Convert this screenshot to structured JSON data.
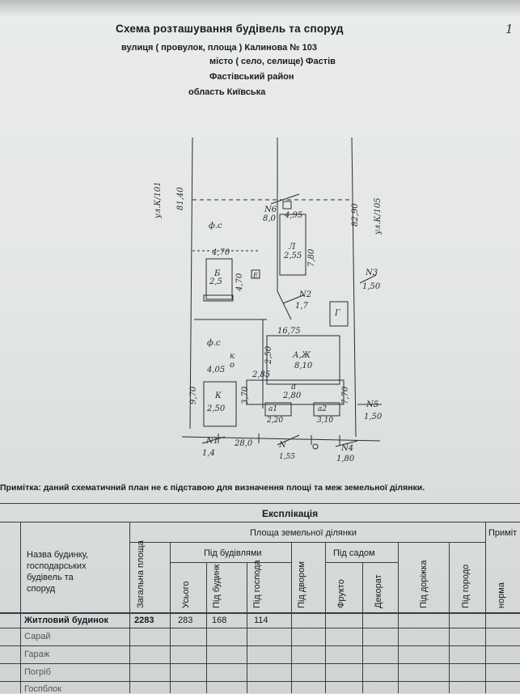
{
  "header": {
    "title": "Схема розташування будівель та споруд",
    "street_line": "вулиця ( провулок, площа ) Калинова № 103",
    "city_line": "місто ( село, селище) Фастів",
    "district_line": "Фастівський район",
    "region_line": "область Київська"
  },
  "page_number": "1",
  "plan_labels": {
    "neighbor_left": "ул.К/101",
    "left_dim": "81,40",
    "right_dim": "82,90",
    "neighbor_right": "ул.К/105",
    "fs_top": "ф.с",
    "n6": "N6",
    "n6_val": "8,0",
    "d495": "4,95",
    "d780": "7,80",
    "bld_L": "Л",
    "bld_L_h": "2,55",
    "bld_B": "Б",
    "bld_B_h": "2,5",
    "d470a": "4,70",
    "d470b": "4,70",
    "mark_E": "Е",
    "n3": "N3",
    "n3_val": "1,50",
    "n2": "N2",
    "n2_val": "1,7",
    "mark_G": "Г",
    "d1675": "16,75",
    "fs_mid": "ф.с",
    "d250": "2,50",
    "bld_A": "А,Ж",
    "bld_A_h": "8,10",
    "d405": "4,05",
    "d285": "2,85",
    "bld_a": "а",
    "bld_a_h": "2,80",
    "d970": "9,70",
    "d770": "7,70",
    "n5": "N5",
    "n5_val": "1,50",
    "bld_K": "К",
    "bld_K_h": "2,50",
    "d370": "3,70",
    "bld_a1": "а1",
    "bld_a1_h": "2,20",
    "bld_a2": "а2",
    "bld_a2_h": "3,10",
    "n1": "N1",
    "n1_val": "1,4",
    "d280": "28,0",
    "nb": "N",
    "nb_val": "1,55",
    "n4": "N4",
    "n4_val": "1,80",
    "mark_k": "к",
    "mark_o": "о"
  },
  "note": "Примітка: даний схематичний план не є підставою для визначення площі та меж земельної ділянки.",
  "explication": {
    "title": "Експлікація",
    "col_name": [
      "Назва будинку,",
      "господарських",
      "будівель та",
      "споруд"
    ],
    "land_area": "Площа земельної ділянки",
    "notes_col": "Приміт",
    "under_buildings": "Під будівлями",
    "under_garden": "Під садом",
    "v_total": "Загальна площа",
    "v_all": "Усього",
    "v_residential": "Під будинк",
    "v_household": "Під господа",
    "v_yard": "Під двором",
    "v_fruit": "Фрукто",
    "v_decor": "Декорат",
    "v_path": "Під доріжка",
    "v_vegetable": "Під городо",
    "v_norm": "норма",
    "rows": [
      {
        "name": "Житловий будинок",
        "total": "2283",
        "all": "283",
        "res": "168",
        "hh": "114"
      },
      {
        "name": "Сарай"
      },
      {
        "name": "Гараж"
      },
      {
        "name": "Погріб"
      },
      {
        "name": "Госпблок"
      }
    ]
  }
}
